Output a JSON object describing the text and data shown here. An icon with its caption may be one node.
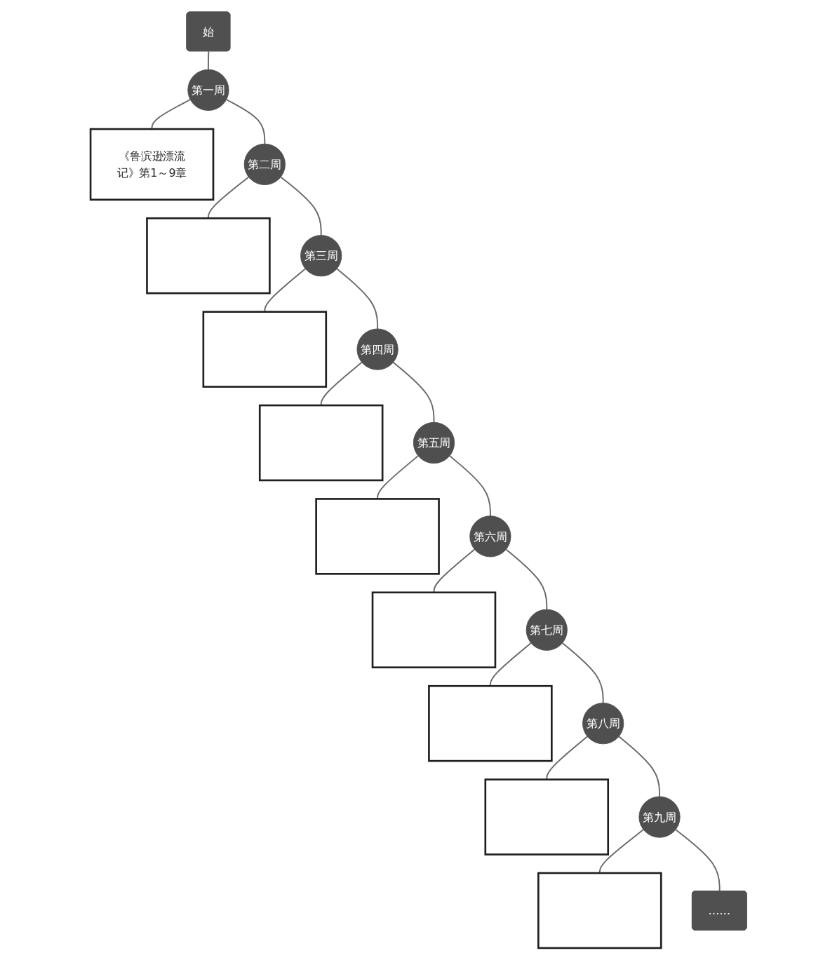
{
  "diagram": {
    "nodes": [
      {
        "text": [
          "始"
        ]
      },
      {
        "text": [
          "第一周"
        ]
      },
      {
        "text": [
          "《鲁滨逊漂流记》第1～9章"
        ]
      },
      {
        "text": [
          "第二周"
        ]
      },
      {
        "text": [],
        "shape": "box"
      },
      {
        "text": [
          "第三周"
        ]
      },
      {
        "text": [],
        "shape": "box"
      },
      {
        "text": [
          "第四周"
        ]
      },
      {
        "text": [],
        "shape": "box"
      },
      {
        "text": [
          "第五周"
        ]
      },
      {
        "text": [],
        "shape": "box"
      },
      {
        "text": [
          "第六周"
        ]
      },
      {
        "text": [],
        "shape": "box"
      },
      {
        "text": [
          "第七周"
        ]
      },
      {
        "text": [],
        "shape": "box"
      },
      {
        "text": [
          "第八周"
        ]
      },
      {
        "text": [],
        "shape": "box"
      },
      {
        "text": [
          "第九周"
        ]
      },
      {
        "text": [],
        "shape": "box"
      },
      {
        "text": [
          "……"
        ]
      }
    ],
    "edges": [
      {
        "from": 0,
        "to": 1,
        "arrow": "none"
      },
      {
        "from": 1,
        "to": 2,
        "arrow": "none"
      },
      {
        "from": 1,
        "to": 3,
        "arrow": "none"
      },
      {
        "from": 3,
        "to": 4,
        "arrow": "none"
      },
      {
        "from": 3,
        "to": 5,
        "arrow": "none"
      },
      {
        "from": 5,
        "to": 6,
        "arrow": "none"
      },
      {
        "from": 5,
        "to": 7,
        "arrow": "none"
      },
      {
        "from": 7,
        "to": 8,
        "arrow": "none"
      },
      {
        "from": 7,
        "to": 9,
        "arrow": "none"
      },
      {
        "from": 9,
        "to": 10,
        "arrow": "none"
      },
      {
        "from": 9,
        "to": 11,
        "arrow": "none"
      },
      {
        "from": 11,
        "to": 12,
        "arrow": "none"
      },
      {
        "from": 11,
        "to": 13,
        "arrow": "none"
      },
      {
        "from": 13,
        "to": 14,
        "arrow": "none"
      },
      {
        "from": 13,
        "to": 15,
        "arrow": "none"
      },
      {
        "from": 15,
        "to": 16,
        "arrow": "none"
      },
      {
        "from": 15,
        "to": 17,
        "arrow": "none"
      },
      {
        "from": 17,
        "to": 18,
        "arrow": "none"
      },
      {
        "from": 17,
        "to": 19,
        "arrow": "none"
      }
    ]
  }
}
